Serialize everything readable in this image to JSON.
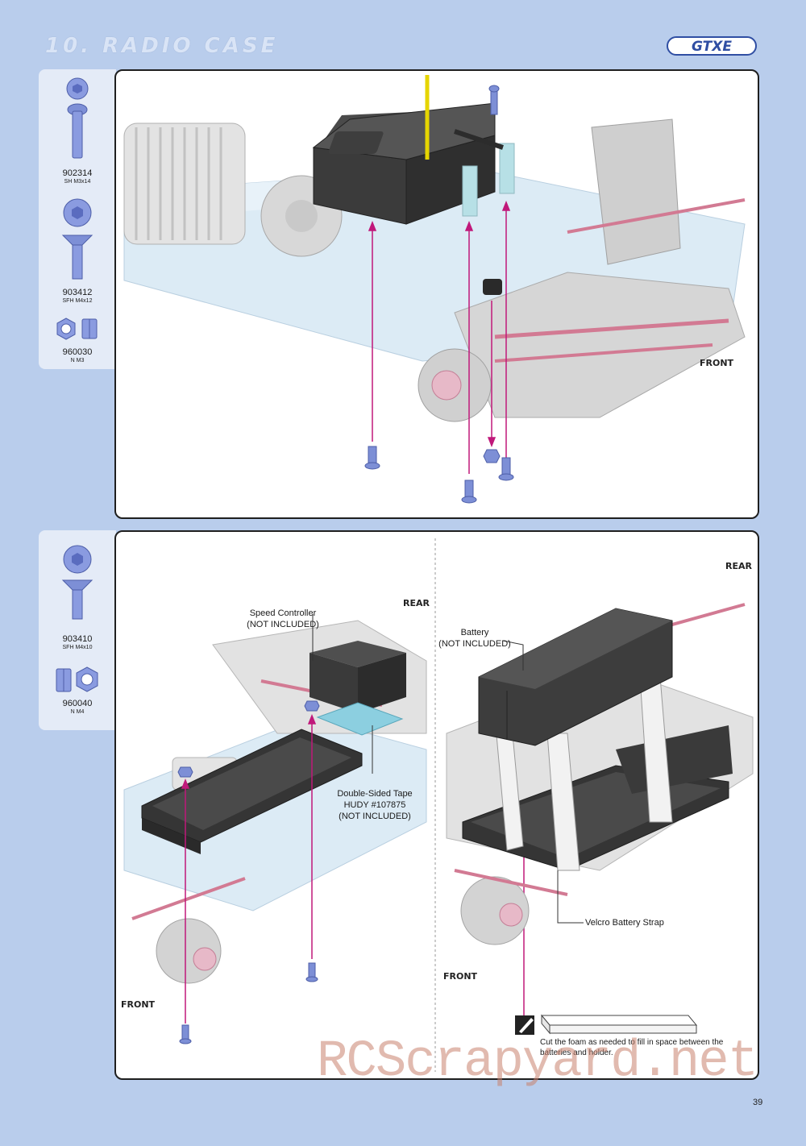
{
  "header": {
    "section_title": "10. RADIO CASE",
    "logo": "GTXE"
  },
  "sidebar_top": {
    "parts": [
      {
        "code": "902314",
        "desc": "SH M3x14"
      },
      {
        "code": "903412",
        "desc": "SFH M4x12"
      },
      {
        "code": "960030",
        "desc": "N M3"
      }
    ]
  },
  "sidebar_bottom": {
    "parts": [
      {
        "code": "903410",
        "desc": "SFH M4x10"
      },
      {
        "code": "960040",
        "desc": "N M4"
      }
    ]
  },
  "panel_top": {
    "front_tag": "FRONT"
  },
  "panel_bottom_left": {
    "rear_tag": "REAR",
    "front_tag": "FRONT",
    "speed_controller": [
      "Speed Controller",
      "(NOT INCLUDED)"
    ],
    "tape": [
      "Double-Sided Tape",
      "HUDY #107875",
      "(NOT INCLUDED)"
    ]
  },
  "panel_bottom_right": {
    "rear_tag": "REAR",
    "front_tag": "FRONT",
    "battery": [
      "Battery",
      "(NOT INCLUDED)"
    ],
    "strap": "Velcro Battery Strap",
    "note": "Cut the foam as needed to fill in space between the batteries and holder."
  },
  "watermark": "RCScrapyard.net",
  "page_number": "39",
  "colors": {
    "page_bg": "#b9cdec",
    "sidebar_bg": "#e4ebf7",
    "arrow": "#c0187a",
    "part_blue": "#7d8fd6",
    "dark_part": "#3b3b3b",
    "logo_blue": "#2f4ea3"
  }
}
